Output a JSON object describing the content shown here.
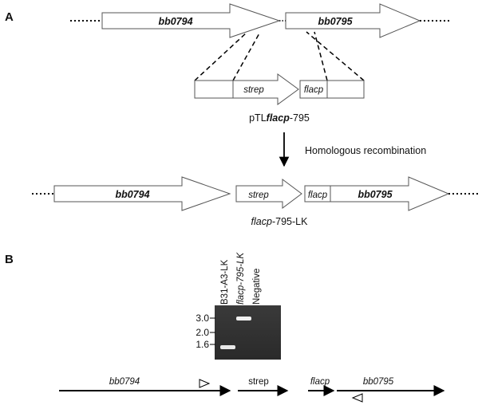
{
  "panels": {
    "a": {
      "letter": "A"
    },
    "b": {
      "letter": "B"
    }
  },
  "genes": {
    "bb0794": "bb0794",
    "bb0795": "bb0795",
    "strep": "strep",
    "flacp": "flacp"
  },
  "plasmid": {
    "prefix": "pTL",
    "italic": "flacp",
    "suffix": "-795"
  },
  "process": {
    "label": "Homologous recombination"
  },
  "result": {
    "italic": "flacp",
    "suffix": "-795-LK"
  },
  "gel": {
    "lanes": [
      {
        "label": "B31-A3-LK",
        "band_kb": 1.4
      },
      {
        "label": "flacp-795-LK",
        "band_kb": 3.0
      },
      {
        "label": "Negative",
        "band_kb": null
      }
    ],
    "markers": [
      "3.0",
      "2.0",
      "1.6"
    ]
  },
  "map_b": {
    "bb0794": "bb0794",
    "strep": "strep",
    "flacp": "flacp",
    "bb0795": "bb0795"
  }
}
